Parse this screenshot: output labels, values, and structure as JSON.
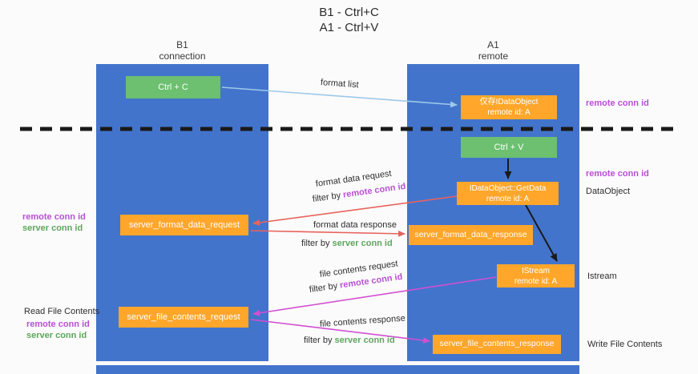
{
  "title": {
    "line1": "B1 - Ctrl+C",
    "line2": "A1 - Ctrl+V"
  },
  "columns": {
    "left": {
      "name": "B1",
      "subtitle": "connection"
    },
    "right": {
      "name": "A1",
      "subtitle": "remote"
    }
  },
  "nodes": {
    "ctrl_c": {
      "label": "Ctrl + C"
    },
    "idataobject_stub": {
      "line1": "仅存IDataObject",
      "line2": "remote id: A"
    },
    "ctrl_v": {
      "label": "Ctrl + V"
    },
    "getdata": {
      "line1": "IDataObject::GetData",
      "line2": "remote id: A"
    },
    "format_request": {
      "label": "server_format_data_request"
    },
    "format_response": {
      "label": "server_format_data_response"
    },
    "istream": {
      "line1": "IStream",
      "line2": "remote id: A"
    },
    "file_request": {
      "label": "server_file_contents_request"
    },
    "file_response": {
      "label": "server_file_contents_response"
    }
  },
  "edge_labels": {
    "format_list": "format list",
    "format_data_request": "format data request",
    "format_data_response": "format data response",
    "file_contents_request": "file contents request",
    "file_contents_response": "file contents response",
    "filter_by": "filter by ",
    "remote_conn_id": "remote conn id",
    "server_conn_id": "server conn id"
  },
  "side_labels": {
    "remote_conn_id_top_right": "remote conn id",
    "remote_conn_id_mid_right": "remote conn id",
    "dataobject": "DataObject",
    "istream": "Istream",
    "write_file_contents": "Write File Contents",
    "remote_conn_id_left_1": "remote conn id",
    "server_conn_id_left_1": "server conn id",
    "read_file_contents": "Read File Contents",
    "remote_conn_id_left_2": "remote conn id",
    "server_conn_id_left_2": "server conn id"
  },
  "colors": {
    "column_blue": "#4374CC",
    "node_green": "#6CC070",
    "node_orange": "#FFA62B",
    "arrow_blue": "#9DC9EA",
    "arrow_red": "#E8635C",
    "arrow_magenta": "#D24FD2",
    "arrow_black": "#1A1A1A",
    "label_magenta": "#B94FD6",
    "label_green": "#5BA85B",
    "background": "#FBFBFB"
  }
}
